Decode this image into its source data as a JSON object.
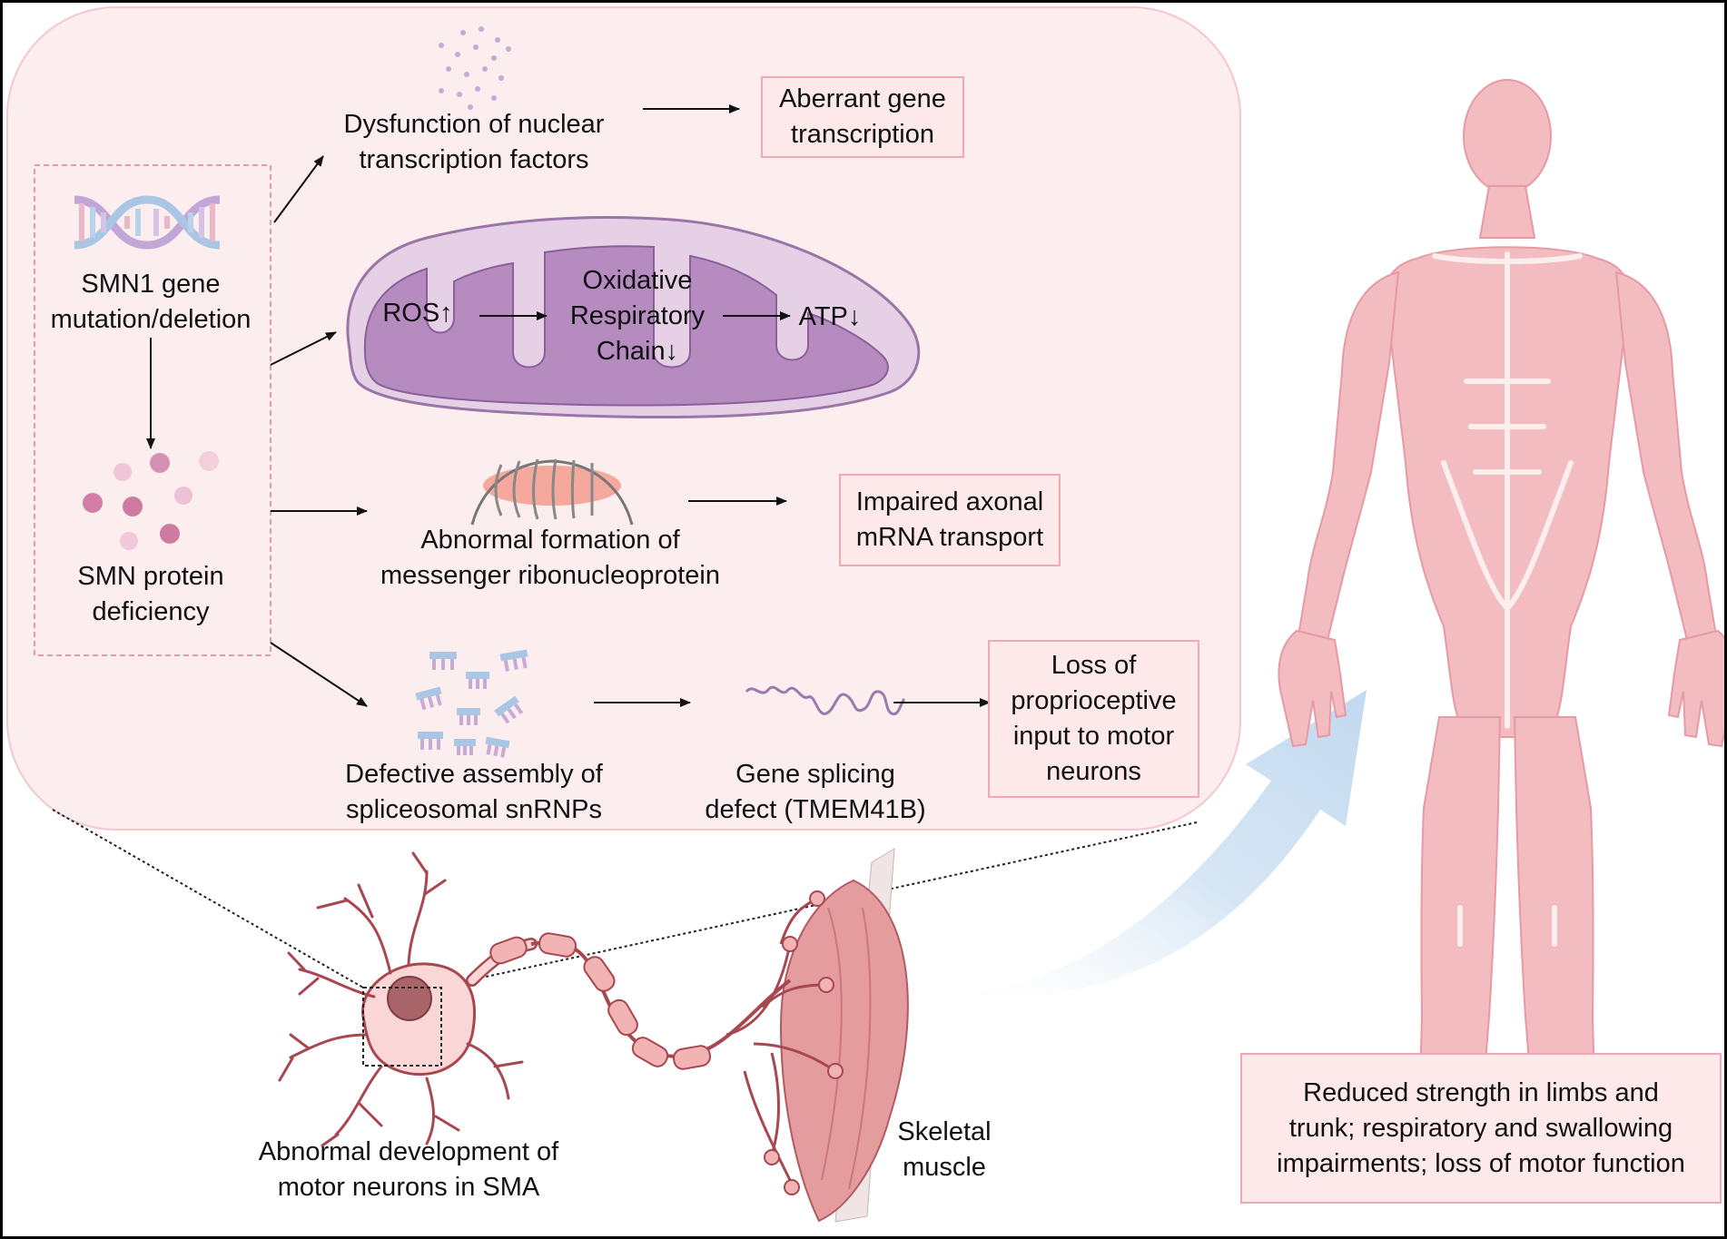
{
  "labels": {
    "smn1": "SMN1 gene\nmutation/deletion",
    "smn_protein": "SMN protein\ndeficiency",
    "nuclear_tf": "Dysfunction of nuclear\ntranscription factors",
    "aberrant_transcription": "Aberrant gene\ntranscription",
    "ros": "ROS↑",
    "oxidative_chain": "Oxidative\nRespiratory\nChain↓",
    "atp": "ATP↓",
    "mrnp_formation": "Abnormal formation of\nmessenger ribonucleoprotein",
    "axonal_transport": "Impaired axonal\nmRNA transport",
    "snrnp_assembly": "Defective assembly of\nspliceosomal snRNPs",
    "splicing_defect": "Gene splicing\ndefect (TMEM41B)",
    "proprioceptive_loss": "Loss of\nproprioceptive\ninput to motor\nneurons",
    "motor_neurons": "Abnormal development of\nmotor neurons in SMA",
    "skeletal_muscle": "Skeletal\nmuscle",
    "outcome": "Reduced strength in limbs and\ntrunk; respiratory and swallowing\nimpairments; loss of motor function"
  },
  "colors": {
    "panel_fill": "#fcedee",
    "panel_border": "#f4c7cd",
    "box_border": "#f0a9b2",
    "box_fill": "#fde9ea",
    "mito_outer": "#e2cde3",
    "mito_inner": "#b58bc0",
    "body_muscle": "#f2bcc1",
    "neuron": "#fbd6d7",
    "neuron_edge": "#a8474f",
    "arrow_blue": "#cfe1f2"
  }
}
